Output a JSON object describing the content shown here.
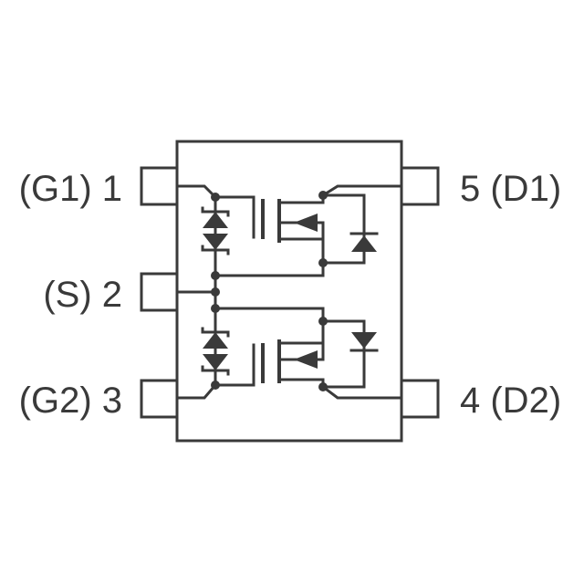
{
  "pins": {
    "pin1": "(G1) 1",
    "pin2": "(S) 2",
    "pin3": "(G2) 3",
    "pin4": "4 (D2)",
    "pin5": "5 (D1)"
  },
  "colors": {
    "ink": "#3a3a3a",
    "background": "#ffffff"
  }
}
